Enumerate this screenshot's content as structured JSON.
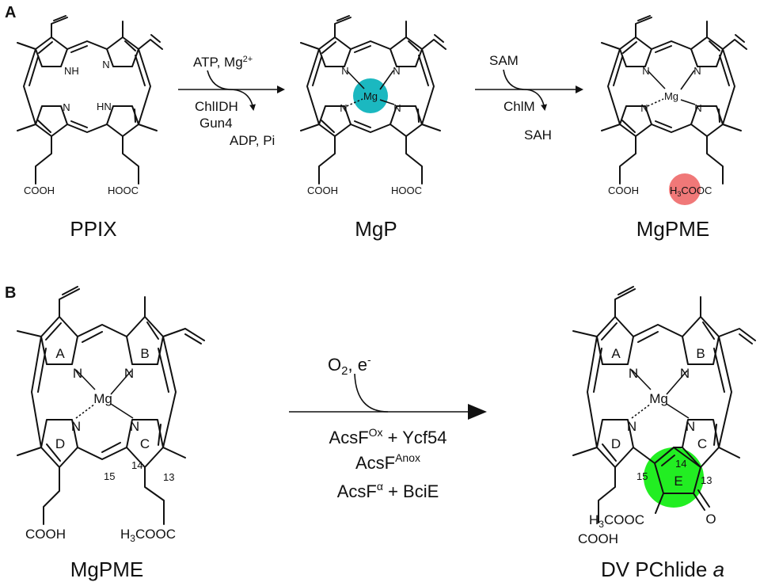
{
  "panels": {
    "a": "A",
    "b": "B"
  },
  "molecules": {
    "ppix": "PPIX",
    "mgp": "MgP",
    "mgpme_top": "MgPME",
    "mgpme_bottom": "MgPME",
    "dvpchlide": "DV PChlide",
    "dvpchlide_italic": "a"
  },
  "atoms": {
    "nh": "NH",
    "hn": "HN",
    "n": "N",
    "mg": "Mg",
    "cooh": "COOH",
    "hooc": "HOOC",
    "h3cooc": "H3COOC",
    "h3cooc_h": "H",
    "h3cooc_sub": "3",
    "h3cooc_rest": "COOC",
    "o": "O"
  },
  "ring_labels": {
    "a": "A",
    "b": "B",
    "c": "C",
    "d": "D",
    "e": "E"
  },
  "carbon_numbers": {
    "c13": "13",
    "c14": "14",
    "c15": "15"
  },
  "reaction1": {
    "in": "ATP, Mg",
    "in_sup": "2+",
    "enzyme1": "ChlIDH",
    "enzyme2": "Gun4",
    "out": "ADP, Pi"
  },
  "reaction2": {
    "in": "SAM",
    "enzyme": "ChlM",
    "out": "SAH"
  },
  "reaction3": {
    "in_o": "O",
    "in_sub": "2",
    "in_e": ", e",
    "in_sup": "-",
    "line1_base": "AcsF",
    "line1_sup": "Ox",
    "line1_rest": " + Ycf54",
    "line2_base": "AcsF",
    "line2_sup": "Anox",
    "line3_base": "AcsF",
    "line3_sup": "α",
    "line3_rest": " + BciE"
  },
  "highlight_colors": {
    "mg_chelation": "#1bb8c0",
    "methyl_ester": "#f07878",
    "ring_e": "#22ee22"
  }
}
